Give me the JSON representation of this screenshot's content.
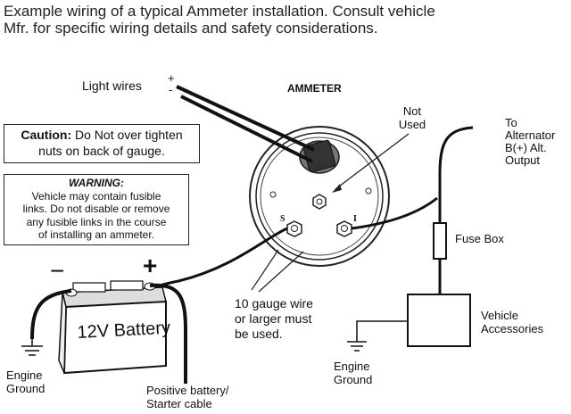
{
  "intro": {
    "line1": "Example wiring of a typical Ammeter installation. Consult vehicle",
    "line2": "Mfr. for specific wiring details and safety considerations."
  },
  "light_wires": {
    "label": "Light wires",
    "plus": "+",
    "minus": "-"
  },
  "ammeter": {
    "title": "AMMETER",
    "terminal_s": "S",
    "terminal_i": "I"
  },
  "not_used": {
    "line1": "Not",
    "line2": "Used"
  },
  "alternator": {
    "line1": "To",
    "line2": "Alternator",
    "line3": "B(+) Alt.",
    "line4": "Output"
  },
  "caution": {
    "prefix": "Caution:",
    "line1_rest": " Do Not over tighten",
    "line2": "nuts on back of gauge."
  },
  "warning": {
    "title": "WARNING:",
    "line1": "Vehicle may contain fusible",
    "line2": "links. Do not disable or remove",
    "line3": "any fusible links in the course",
    "line4": "of installing an ammeter."
  },
  "fuse_box": {
    "label": "Fuse Box"
  },
  "battery": {
    "label": "12V Battery",
    "minus": "−",
    "plus": "+"
  },
  "gauge_note": {
    "line1": "10 gauge wire",
    "line2": "or larger must",
    "line3": "be used."
  },
  "vehicle_accessories": {
    "line1": "Vehicle",
    "line2": "Accessories"
  },
  "engine_ground_left": {
    "line1": "Engine",
    "line2": "Ground"
  },
  "engine_ground_right": {
    "line1": "Engine",
    "line2": "Ground"
  },
  "positive_cable": {
    "line1": "Positive battery/",
    "line2": "Starter cable"
  }
}
